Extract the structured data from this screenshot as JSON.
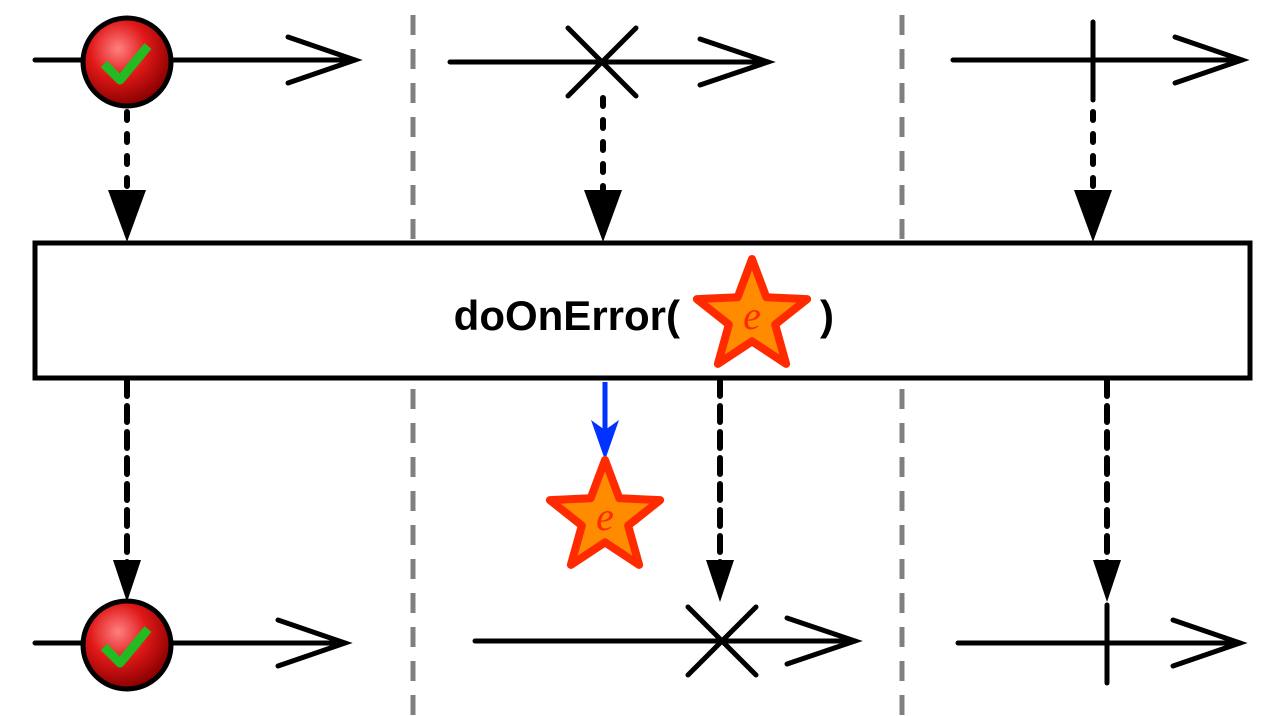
{
  "operator": {
    "name": "doOnError(",
    "close": ")",
    "error_symbol": "e"
  },
  "emitted_error": {
    "symbol": "e"
  },
  "colors": {
    "line": "#000000",
    "divider": "#808080",
    "side_effect_arrow": "#0033ff",
    "star_fill": "#ff8c00",
    "star_stroke": "#ff2a00",
    "item_fill": "#dd1111",
    "check": "#22bb22"
  },
  "panels": [
    {
      "input": "item",
      "output": "item"
    },
    {
      "input": "error",
      "output": "error",
      "side_effect": "error-star"
    },
    {
      "input": "completion",
      "output": "completion"
    }
  ]
}
